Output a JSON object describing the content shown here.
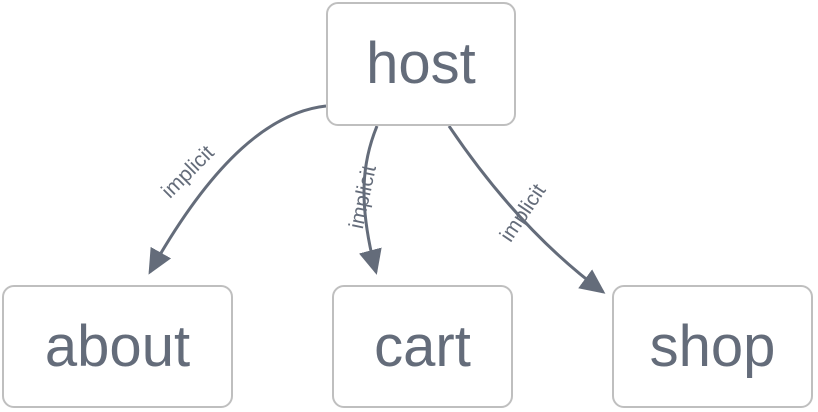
{
  "diagram": {
    "type": "directed-graph",
    "background_color": "#ffffff",
    "node_border_color": "#bfbfbf",
    "node_fill_color": "#ffffff",
    "text_color": "#646c7a",
    "edge_color": "#646c7a",
    "nodes": [
      {
        "id": "host",
        "label": "host"
      },
      {
        "id": "about",
        "label": "about"
      },
      {
        "id": "cart",
        "label": "cart"
      },
      {
        "id": "shop",
        "label": "shop"
      }
    ],
    "edges": [
      {
        "from": "host",
        "to": "about",
        "label": "implicit"
      },
      {
        "from": "host",
        "to": "cart",
        "label": "implicit"
      },
      {
        "from": "host",
        "to": "shop",
        "label": "implicit"
      }
    ]
  }
}
